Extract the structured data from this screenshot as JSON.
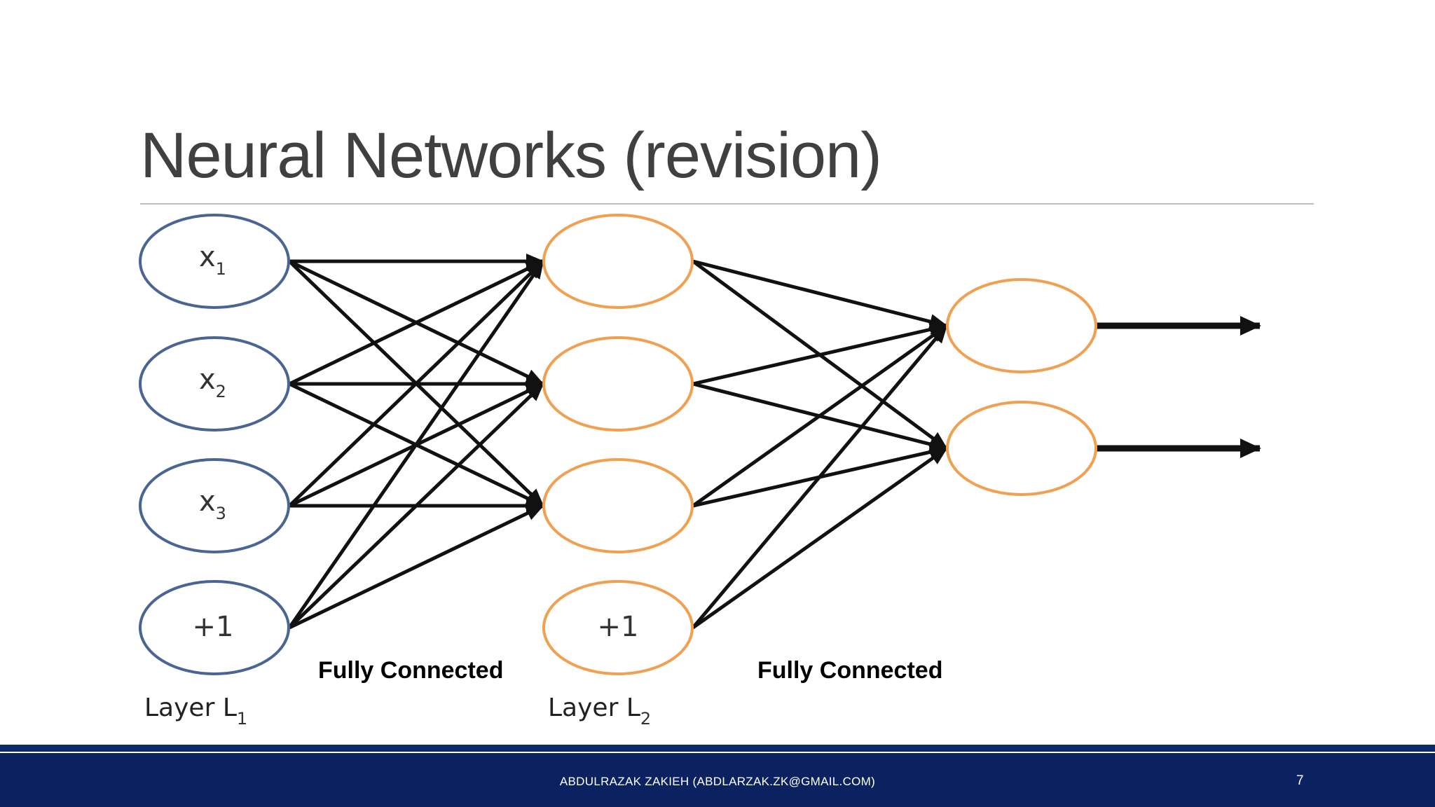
{
  "slide": {
    "title": "Neural Networks (revision)",
    "page_number": "7"
  },
  "footer": {
    "text": "ABDULRAZAK ZAKIEH (ABDLARZAK.ZK@GMAIL.COM)"
  },
  "diagram": {
    "input_nodes": [
      {
        "label": "x",
        "sub": "1"
      },
      {
        "label": "x",
        "sub": "2"
      },
      {
        "label": "x",
        "sub": "3"
      },
      {
        "label": "+1",
        "sub": ""
      }
    ],
    "hidden_bias_label": "+1",
    "connection_labels": [
      "Fully Connected",
      "Fully Connected"
    ],
    "layer_labels": [
      {
        "text": "Layer L",
        "sub": "1"
      },
      {
        "text": "Layer L",
        "sub": "2"
      }
    ],
    "colors": {
      "input_node": "#4a6591",
      "hidden_node": "#f0a050",
      "output_node": "#f0a050",
      "edge": "#111111",
      "footer": "#0c2160"
    }
  }
}
